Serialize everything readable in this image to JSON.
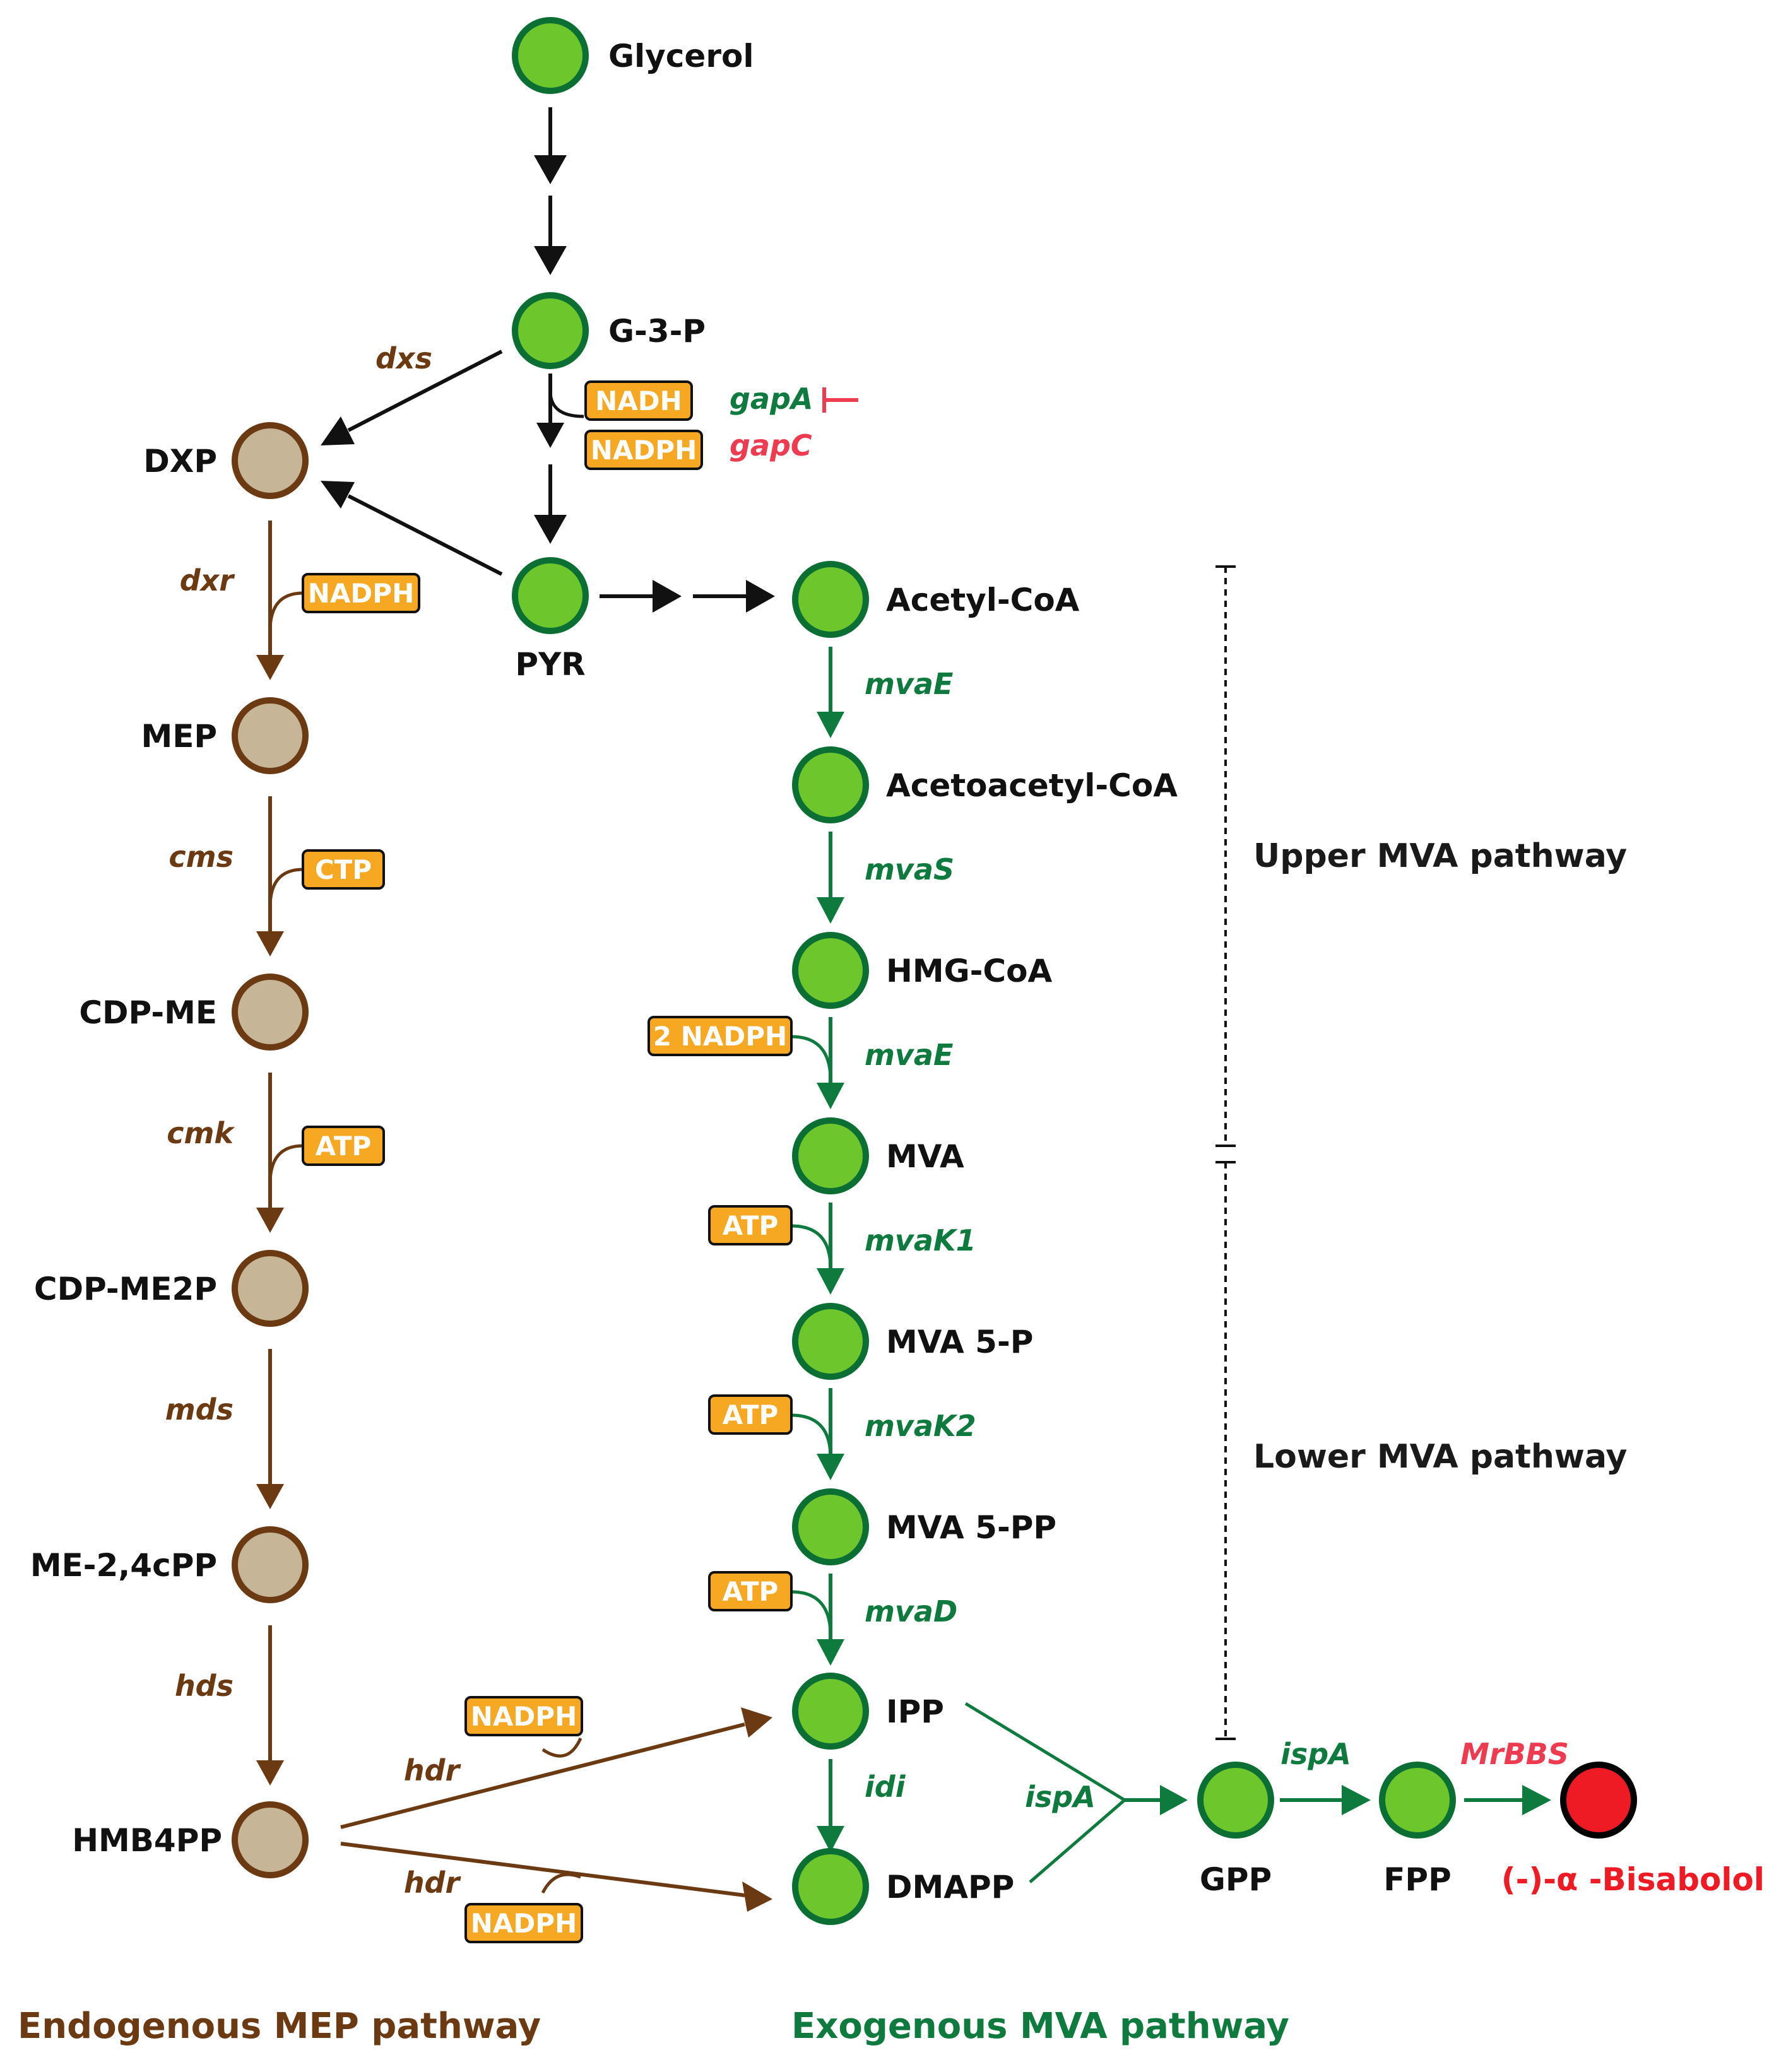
{
  "colors": {
    "black_path": "#111111",
    "mep_path": "#6b3a12",
    "mva_path": "#0e7a3e",
    "node_green_fill": "#6cc62c",
    "node_green_stroke": "#0b6e33",
    "node_tan_fill": "#c7b598",
    "node_tan_stroke": "#6b3a12",
    "product_fill": "#ee1b24",
    "product_stroke": "#000000",
    "cofactor_fill": "#f7a823",
    "highlight_red": "#ee3b4f"
  },
  "nodes": {
    "glycerol": "Glycerol",
    "g3p": "G-3-P",
    "pyr": "PYR",
    "dxp": "DXP",
    "mep": "MEP",
    "cdp_me": "CDP-ME",
    "cdp_me2p": "CDP-ME2P",
    "me_cpp": "ME-2,4cPP",
    "hmb4pp": "HMB4PP",
    "acetyl_coa": "Acetyl-CoA",
    "acetoacetyl_coa": "Acetoacetyl-CoA",
    "hmg_coa": "HMG-CoA",
    "mva": "MVA",
    "mva5p": "MVA 5-P",
    "mva5pp": "MVA 5-PP",
    "ipp": "IPP",
    "dmapp": "DMAPP",
    "gpp": "GPP",
    "fpp": "FPP",
    "bisabolol": "(-)-α -Bisabolol"
  },
  "enzymes": {
    "dxs": "dxs",
    "dxr": "dxr",
    "cms": "cms",
    "cmk": "cmk",
    "mds": "mds",
    "hds": "hds",
    "hdr_up": "hdr",
    "hdr_down": "hdr",
    "gapA": "gapA",
    "gapC": "gapC",
    "mvaE_1": "mvaE",
    "mvaS": "mvaS",
    "mvaE_2": "mvaE",
    "mvaK1": "mvaK1",
    "mvaK2": "mvaK2",
    "mvaD": "mvaD",
    "idi": "idi",
    "ispA_1": "ispA",
    "ispA_2": "ispA",
    "MrBBS": "MrBBS"
  },
  "cofactors": {
    "nadh": "NADH",
    "nadph_g3p": "NADPH",
    "nadph_dxr": "NADPH",
    "ctp": "CTP",
    "atp_cmk": "ATP",
    "nadph_2": "2 NADPH",
    "atp_mvak1": "ATP",
    "atp_mvak2": "ATP",
    "atp_mvad": "ATP",
    "nadph_hdr_up": "NADPH",
    "nadph_hdr_down": "NADPH"
  },
  "regions": {
    "upper": "Upper MVA pathway",
    "lower": "Lower MVA pathway"
  },
  "footer": {
    "mep": "Endogenous MEP pathway",
    "mva": "Exogenous MVA pathway"
  }
}
